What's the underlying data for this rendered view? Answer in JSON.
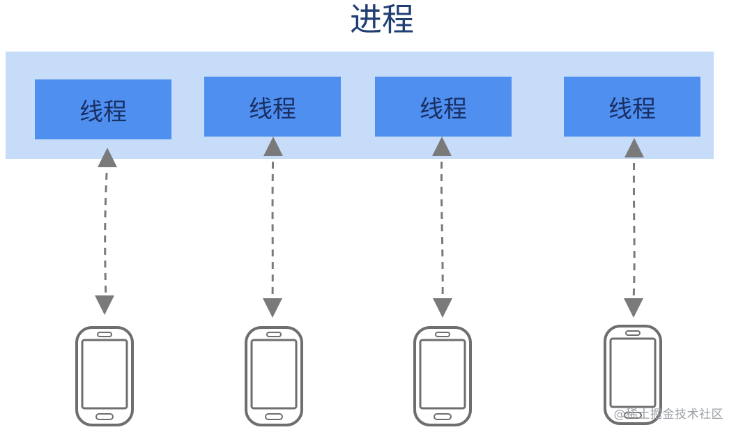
{
  "process_label": "进程",
  "threads": [
    "线程",
    "线程",
    "线程",
    "线程"
  ],
  "connections": [
    {
      "from": "thread",
      "to": "phone",
      "style": "dashed-bidirectional"
    },
    {
      "from": "thread",
      "to": "phone",
      "style": "dashed-bidirectional"
    },
    {
      "from": "thread",
      "to": "phone",
      "style": "dashed-bidirectional"
    },
    {
      "from": "thread",
      "to": "phone",
      "style": "dashed-bidirectional"
    }
  ],
  "phones": [
    "phone",
    "phone",
    "phone",
    "phone"
  ],
  "watermark": "@稀土掘金技术社区",
  "colors": {
    "process_band": "#c7dcf8",
    "thread_box": "#4f8ff0",
    "label_text": "#1f3f73",
    "arrow": "#7a7a7a",
    "phone_outline": "#6e6e6e"
  }
}
